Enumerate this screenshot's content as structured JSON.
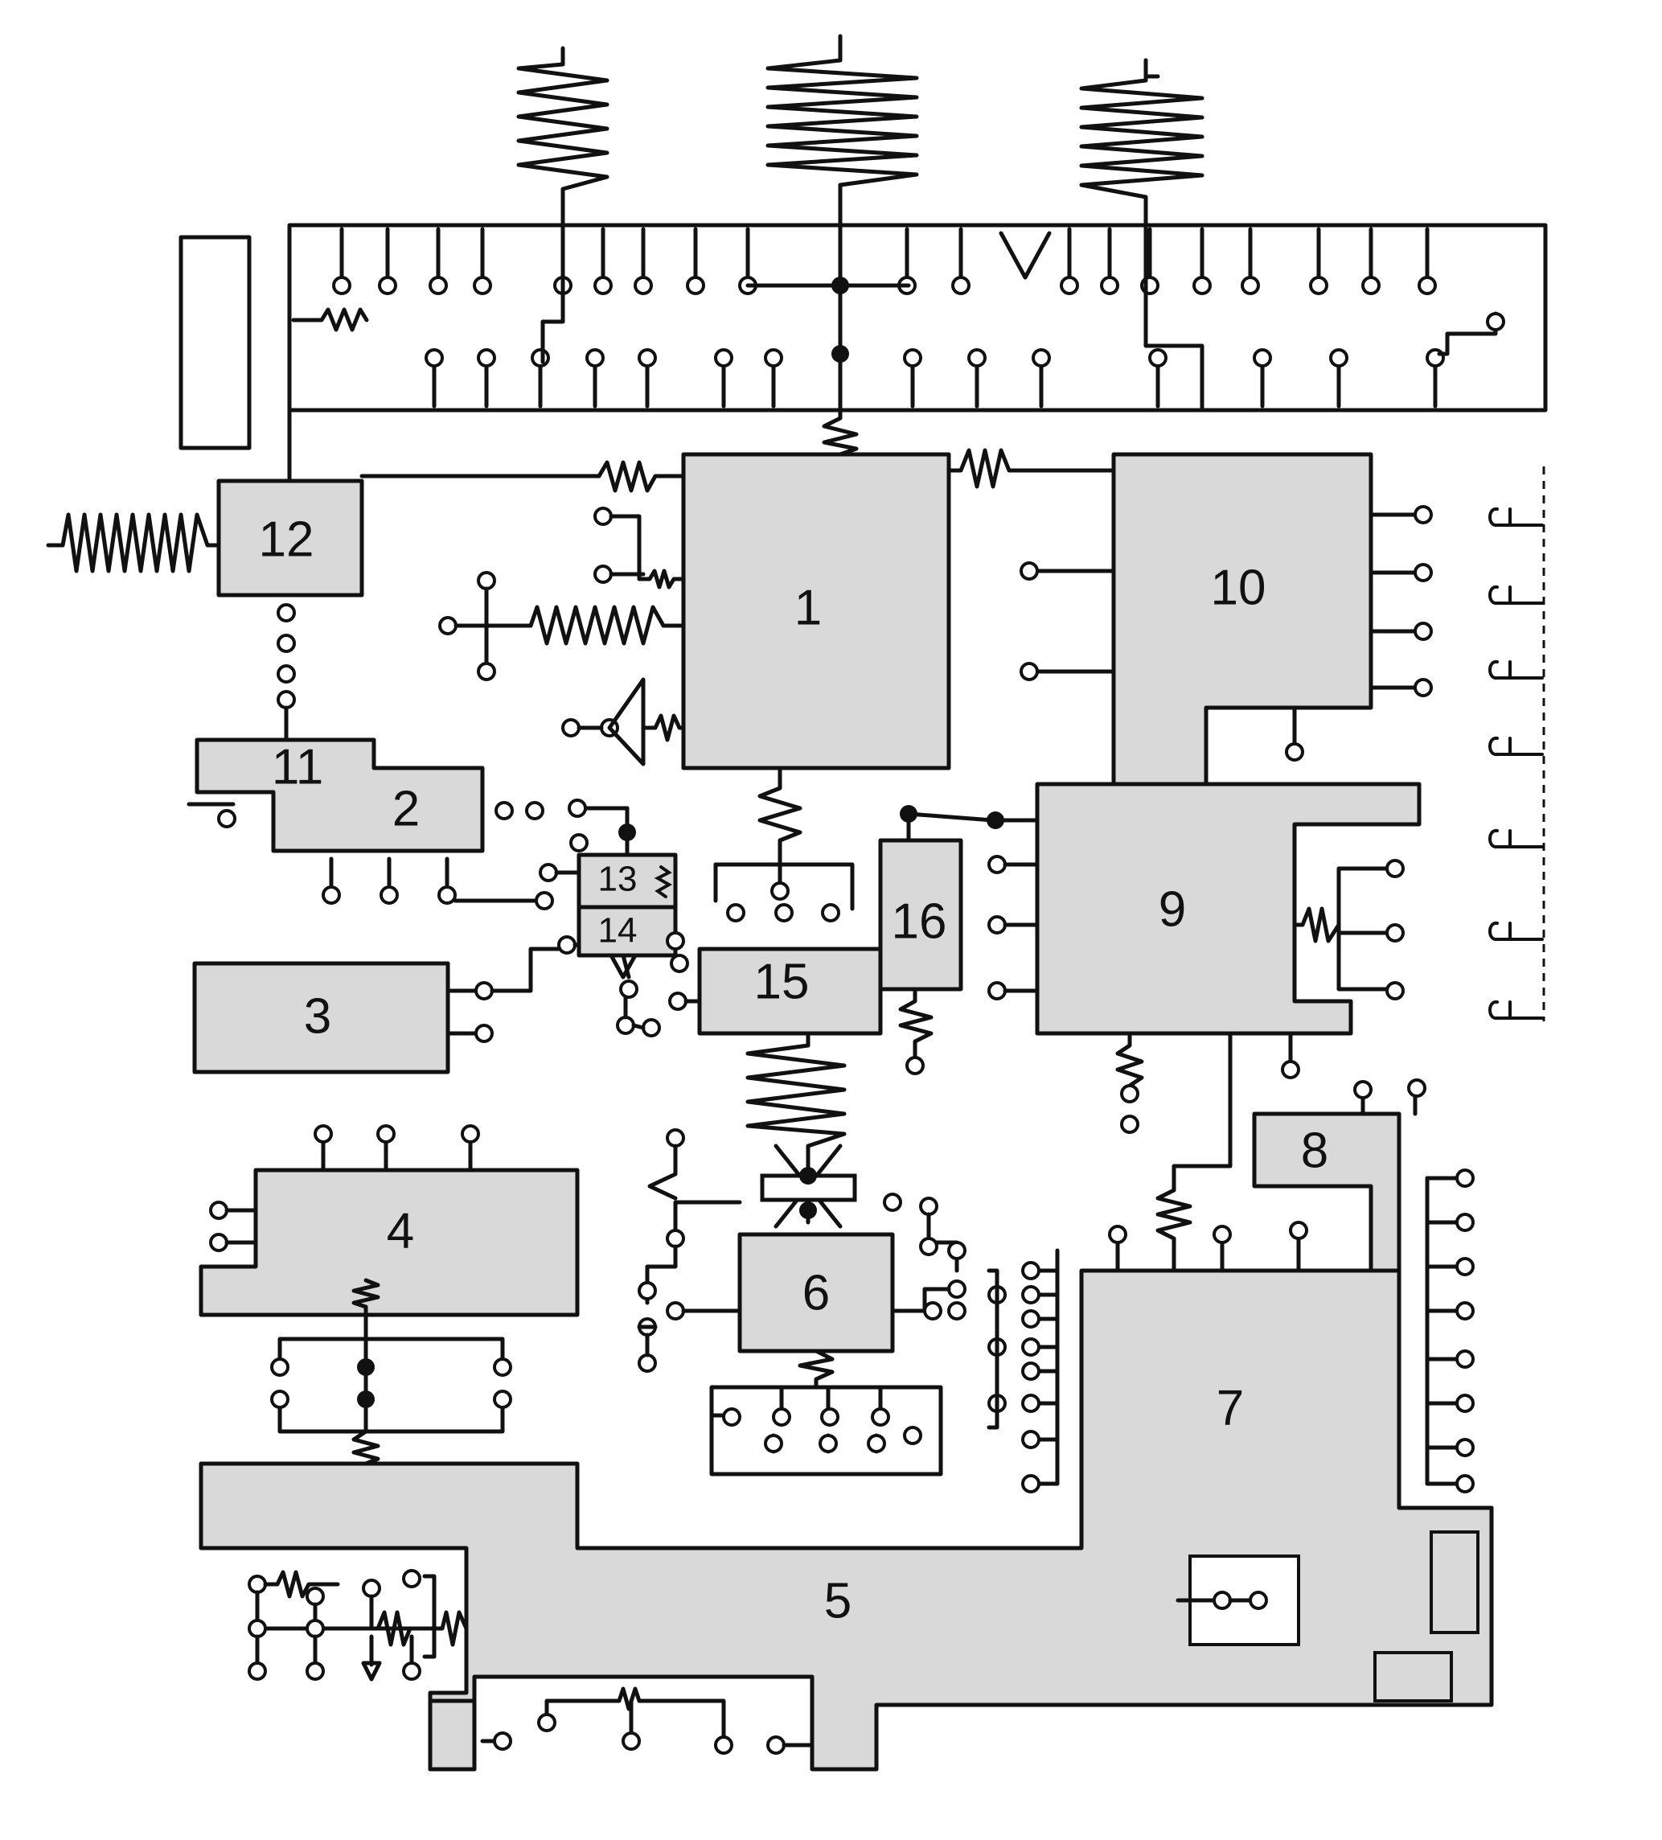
{
  "diagram": {
    "block_labels": {
      "b1": "1",
      "b2": "2",
      "b3": "3",
      "b4": "4",
      "b5": "5",
      "b6": "6",
      "b7": "7",
      "b8": "8",
      "b9": "9",
      "b10": "10",
      "b11": "11",
      "b12": "12",
      "b13": "13",
      "b14": "14",
      "b15": "15",
      "b16": "16"
    },
    "colors": {
      "block_fill": "#d9d9d9",
      "line": "#111111",
      "background": "#ffffff"
    },
    "icons": {
      "resistor": "resistor-icon",
      "coil": "coil-icon",
      "terminal": "terminal-icon",
      "junction": "junction-dot-icon",
      "fork": "fork-icon"
    }
  }
}
